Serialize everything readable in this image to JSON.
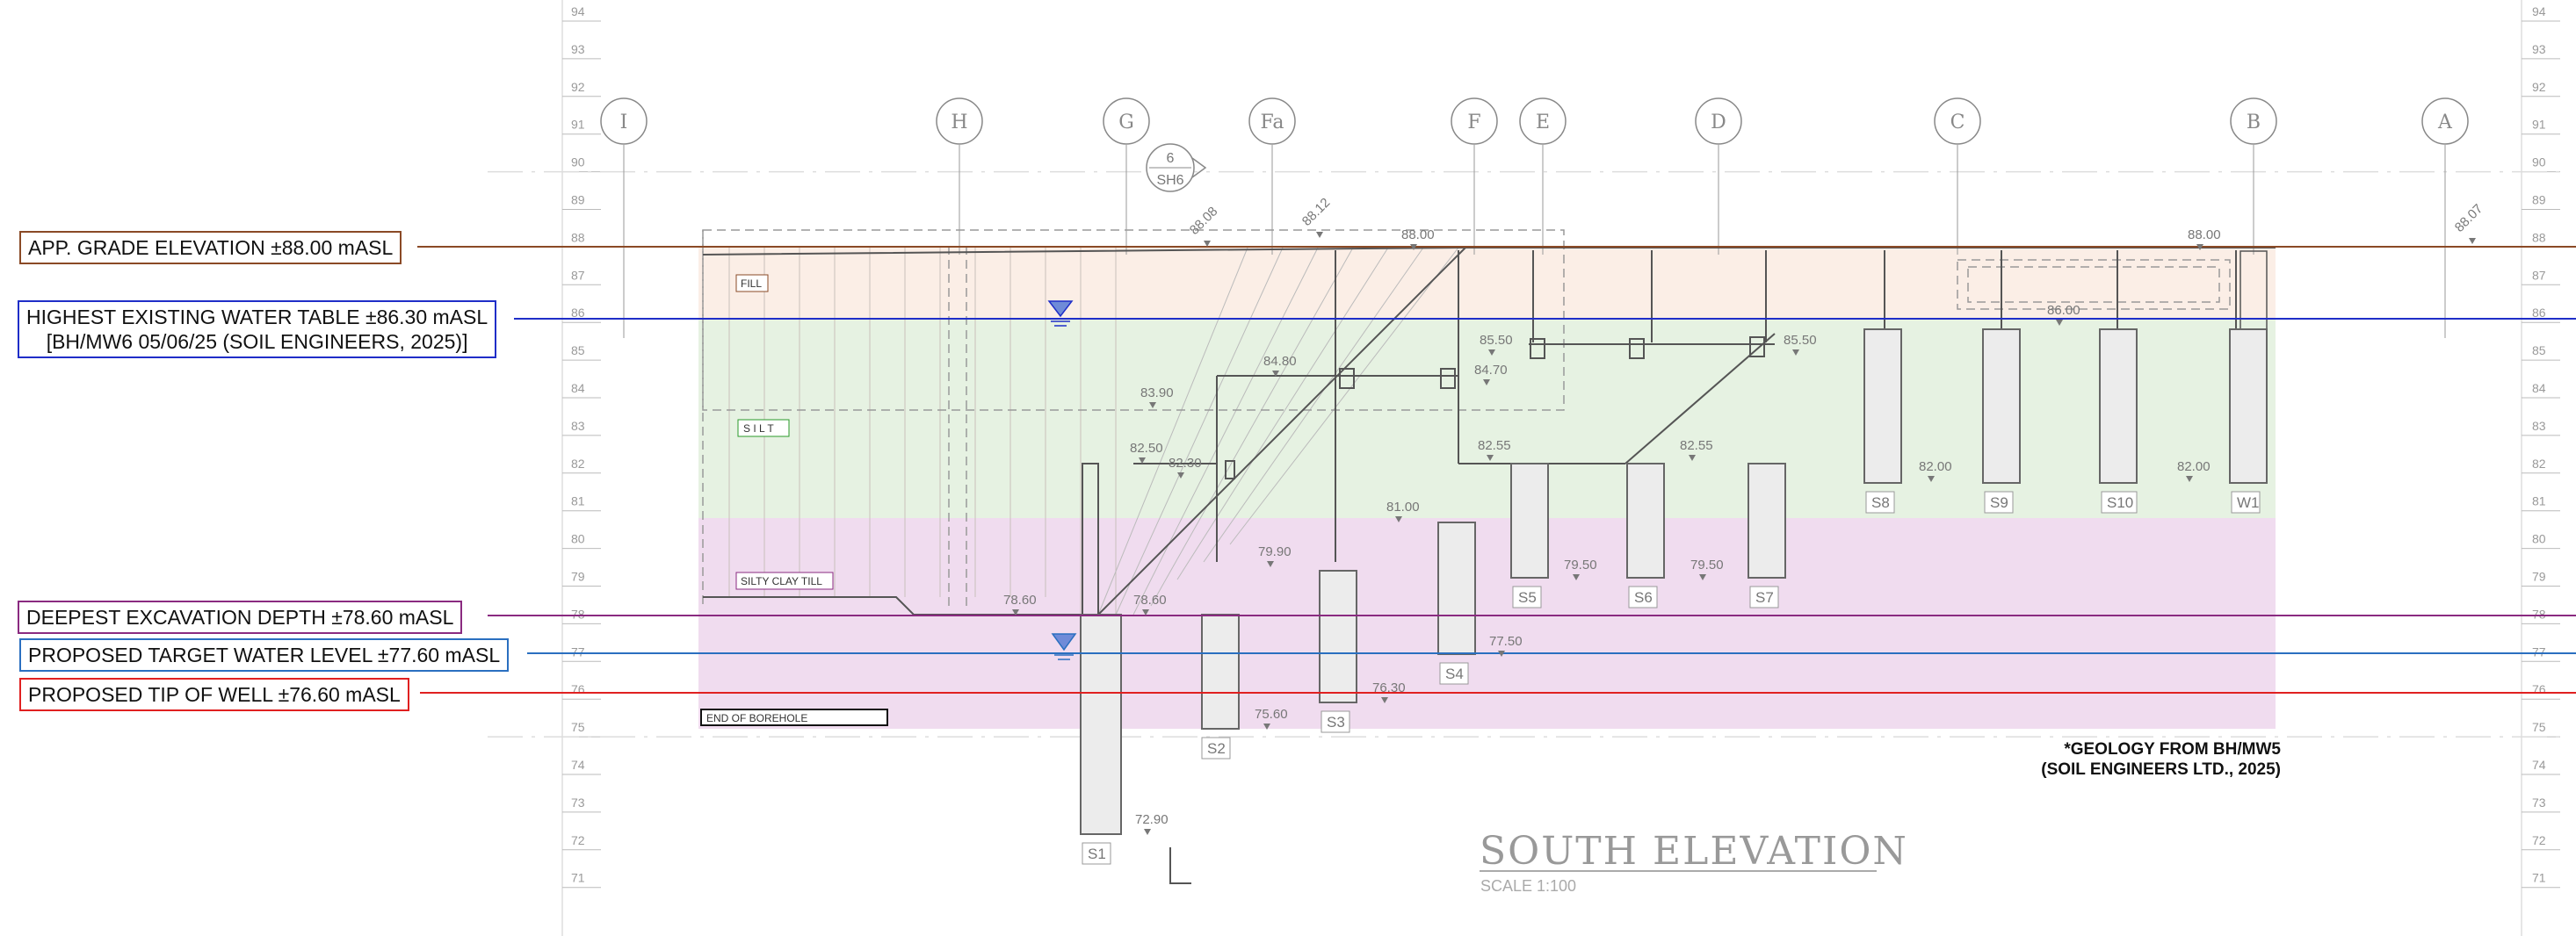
{
  "axis": {
    "left_ticks": [
      "94",
      "93",
      "92",
      "91",
      "90",
      "89",
      "88",
      "87",
      "86",
      "85",
      "84",
      "83",
      "82",
      "81",
      "80",
      "79",
      "78",
      "77",
      "76",
      "75",
      "74",
      "73",
      "72",
      "71"
    ],
    "right_ticks": [
      "94",
      "93",
      "92",
      "91",
      "90",
      "89",
      "88",
      "87",
      "86",
      "85",
      "84",
      "83",
      "82",
      "81",
      "80",
      "79",
      "78",
      "77",
      "76",
      "75",
      "74",
      "73",
      "72",
      "71"
    ]
  },
  "gridlines": [
    {
      "label": "I"
    },
    {
      "label": "H"
    },
    {
      "label": "G"
    },
    {
      "label": "Fa"
    },
    {
      "label": "F"
    },
    {
      "label": "E"
    },
    {
      "label": "D"
    },
    {
      "label": "C"
    },
    {
      "label": "B"
    },
    {
      "label": "A"
    }
  ],
  "section_marker": {
    "number": "6",
    "sheet": "SH6"
  },
  "callouts": {
    "grade": "APP. GRADE ELEVATION ±88.00 mASL",
    "water_table_line1": "HIGHEST EXISTING WATER TABLE ±86.30 mASL",
    "water_table_line2": "[BH/MW6 05/06/25 (SOIL ENGINEERS, 2025)]",
    "excavation": "DEEPEST EXCAVATION DEPTH  ±78.60 mASL",
    "target_water": "PROPOSED TARGET WATER LEVEL ±77.60 mASL",
    "well_tip": "PROPOSED TIP OF WELL ±76.60 mASL"
  },
  "soil_labels": {
    "fill": "FILL",
    "silt": "S I L T",
    "clay": "SILTY CLAY TILL",
    "end": "END  OF  BOREHOLE"
  },
  "elevation_labels": [
    {
      "text": "88.00"
    },
    {
      "text": "88.08"
    },
    {
      "text": "88.12"
    },
    {
      "text": "88.00"
    },
    {
      "text": "88.07"
    },
    {
      "text": "86.00"
    },
    {
      "text": "85.50"
    },
    {
      "text": "85.50"
    },
    {
      "text": "84.80"
    },
    {
      "text": "84.70"
    },
    {
      "text": "83.90"
    },
    {
      "text": "82.50"
    },
    {
      "text": "82.30"
    },
    {
      "text": "82.55"
    },
    {
      "text": "82.55"
    },
    {
      "text": "82.00"
    },
    {
      "text": "82.00"
    },
    {
      "text": "81.00"
    },
    {
      "text": "79.90"
    },
    {
      "text": "79.50"
    },
    {
      "text": "79.50"
    },
    {
      "text": "78.60"
    },
    {
      "text": "78.60"
    },
    {
      "text": "77.50"
    },
    {
      "text": "76.30"
    },
    {
      "text": "75.60"
    },
    {
      "text": "72.90"
    }
  ],
  "sumps": [
    "S1",
    "S2",
    "S3",
    "S4",
    "S5",
    "S6",
    "S7",
    "S8",
    "S9",
    "S10",
    "W1"
  ],
  "note": {
    "line1": "*GEOLOGY FROM BH/MW5",
    "line2": "(SOIL ENGINEERS LTD., 2025)"
  },
  "title": {
    "main": "SOUTH  ELEVATION",
    "scale": "SCALE  1:100"
  },
  "colors": {
    "fill_layer": "#fbeee6",
    "silt_layer": "#e6f2e2",
    "clay_layer": "#f0dcef",
    "grade_line": "#8a4a26",
    "water_table_line": "#1f2ec8",
    "excavation_line": "#8a2a80",
    "target_water_line": "#2a6fc0",
    "well_tip_line": "#e02020"
  }
}
